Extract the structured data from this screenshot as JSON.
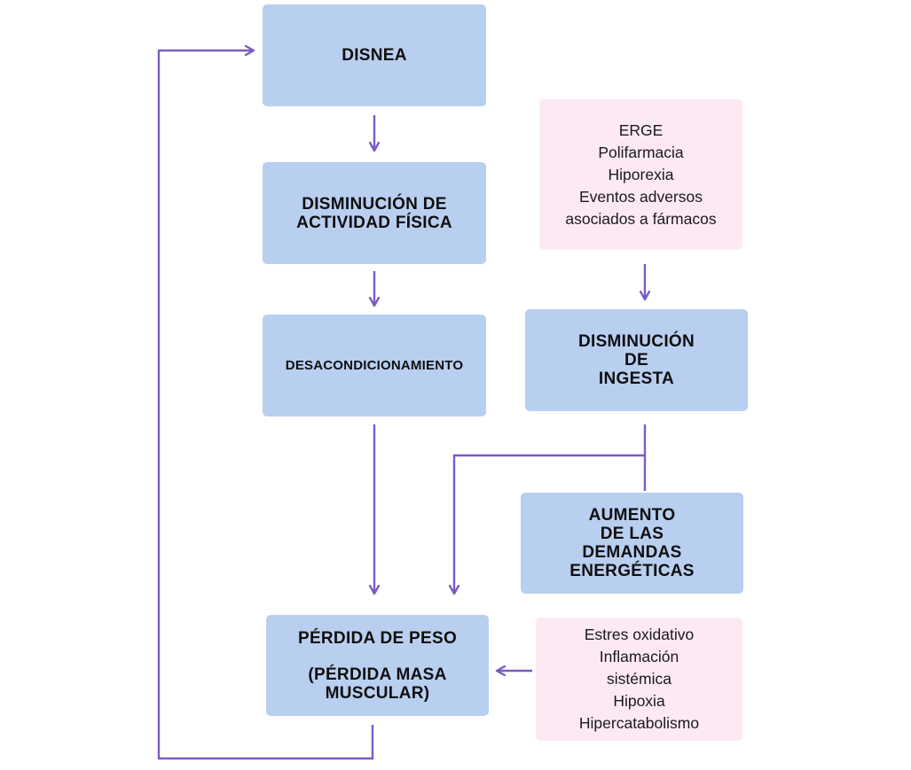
{
  "colors": {
    "blue_box": "#b9cff0",
    "pink_box": "#fde9f4",
    "arrow": "#7b5cc4",
    "text": "#0f0f0f"
  },
  "nodes": {
    "disnea": {
      "lines": [
        "DISNEA"
      ]
    },
    "disminucion_actividad": {
      "lines": [
        "DISMINUCIÓN DE",
        "ACTIVIDAD FÍSICA"
      ]
    },
    "desacondicionamiento": {
      "lines": [
        "DESACONDICIONAMIENTO"
      ]
    },
    "factores_ingesta": {
      "lines": [
        "ERGE",
        "Polifarmacia",
        "Hiporexia",
        "Eventos adversos",
        "asociados a fármacos"
      ]
    },
    "disminucion_ingesta": {
      "lines": [
        "DISMINUCIÓN",
        "DE",
        "INGESTA"
      ]
    },
    "aumento_demandas": {
      "lines": [
        "AUMENTO",
        "DE LAS",
        "DEMANDAS",
        "ENERGÉTICAS"
      ]
    },
    "perdida_peso": {
      "lines": [
        "PÉRDIDA DE PESO",
        "(PÉRDIDA MASA",
        "MUSCULAR)"
      ]
    },
    "factores_catabolicos": {
      "lines": [
        "Estres oxidativo",
        "Inflamación",
        "sistémica",
        "Hipoxia",
        "Hipercatabolismo"
      ]
    }
  }
}
